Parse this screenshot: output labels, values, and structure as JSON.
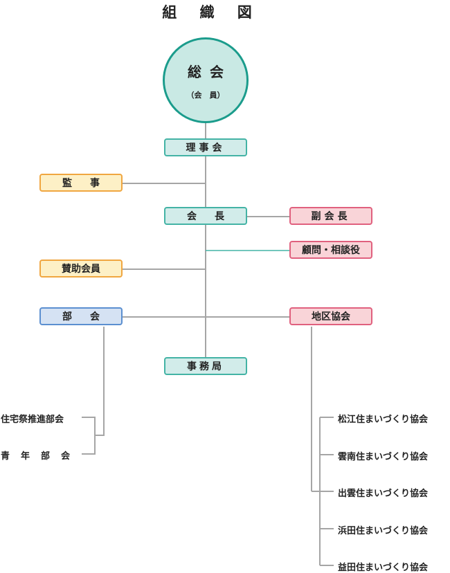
{
  "title": "組 織 図",
  "general_meeting": {
    "label": "総会",
    "sub": "（会　員）"
  },
  "board": "理事会",
  "auditor": "監事",
  "chairman": "会長",
  "vice_chairman": "副会長",
  "advisor": "顧問・相談役",
  "supporting_members": "賛助会員",
  "sections": "部会",
  "district_associations": "地区協会",
  "secretariat": "事務局",
  "section_groups": [
    "住宅祭推進部会",
    "青年部会"
  ],
  "district_groups": [
    "松江住まいづくり協会",
    "雲南住まいづくり協会",
    "出雲住まいづくり協会",
    "浜田住まいづくり協会",
    "益田住まいづくり協会"
  ],
  "colors": {
    "teal": "#43b3a5",
    "orange": "#f0a640",
    "pink": "#e0607e",
    "blue": "#5b8fd0",
    "line": "#a5a5a5"
  }
}
